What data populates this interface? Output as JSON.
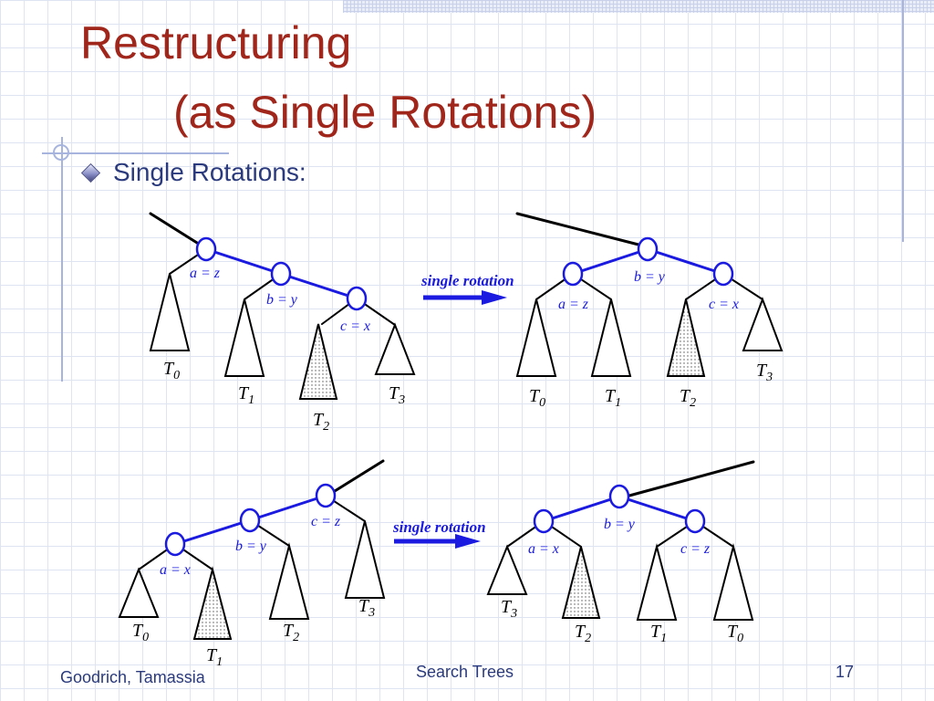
{
  "slide": {
    "title_line1": "Restructuring",
    "title_line2": "(as Single Rotations)",
    "bullet": "Single Rotations:",
    "footer_left": "Goodrich, Tamassia",
    "footer_center": "Search Trees",
    "page_number": "17"
  },
  "colors": {
    "title": "#a0261b",
    "text": "#2a3a7c",
    "tree_blue": "#1a1ae0"
  },
  "diagram": {
    "arrow_label": "single rotation",
    "node_labels": {
      "a_z": "a = z",
      "b_y": "b = y",
      "c_x": "c = x",
      "a_x": "a = x",
      "c_z": "c = z"
    },
    "subtree_letter": "T",
    "subtree_indices": [
      "0",
      "1",
      "2",
      "3"
    ]
  }
}
